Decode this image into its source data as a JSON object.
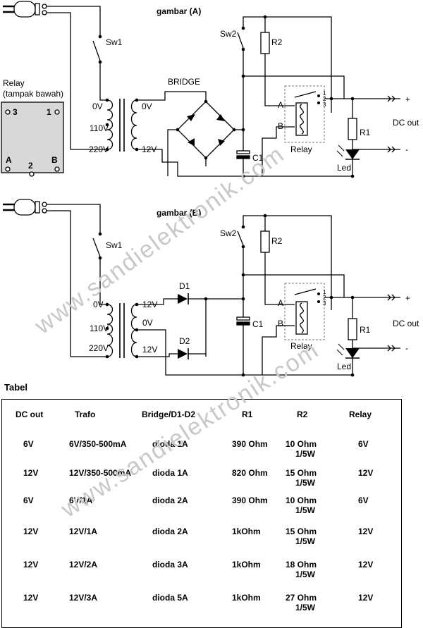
{
  "figure_a": {
    "title": "gambar (A)",
    "sw1": "Sw1",
    "sw2": "Sw2",
    "r2": "R2",
    "bridge": "BRIDGE",
    "tap_0v_left": "0V",
    "tap_0v_right": "0V",
    "tap_110v": "110V",
    "tap_220v": "220V",
    "tap_12v": "12V",
    "c1": "C1",
    "pin_a": "A",
    "pin_b": "B",
    "pin_1": "1",
    "pin_2": "2",
    "pin_3": "3",
    "relay": "Relay",
    "r1": "R1",
    "led": "Led",
    "plus": "+",
    "minus": "-",
    "dc_out": "DC out"
  },
  "figure_b": {
    "title": "gambar (B)",
    "sw1": "Sw1",
    "sw2": "Sw2",
    "r2": "R2",
    "d1": "D1",
    "d2": "D2",
    "tap_0v": "0V",
    "tap_110v": "110V",
    "tap_220v": "220V",
    "sec_top": "12V",
    "sec_mid": "0V",
    "sec_bot": "12V",
    "c1": "C1",
    "pin_a": "A",
    "pin_b": "B",
    "pin_1": "1",
    "pin_2": "2",
    "pin_3": "3",
    "relay": "Relay",
    "r1": "R1",
    "led": "Led",
    "plus": "+",
    "minus": "-",
    "dc_out": "DC out"
  },
  "relay_pinout": {
    "title_line1": "Relay",
    "title_line2": "(tampak bawah)",
    "pin_3": "3",
    "pin_1": "1",
    "pin_a": "A",
    "pin_2": "2",
    "pin_b": "B"
  },
  "watermark": "www.sandielektronik.com",
  "table": {
    "title": "Tabel",
    "headers": [
      "DC out",
      "Trafo",
      "Bridge/D1-D2",
      "R1",
      "R2",
      "Relay"
    ],
    "rows": [
      {
        "dc_out": "6V",
        "trafo": "6V/350-500mA",
        "bridge": "dioda 1A",
        "r1": "390 Ohm",
        "r2_l1": "10 Ohm",
        "r2_l2": "1/5W",
        "relay": "6V"
      },
      {
        "dc_out": "12V",
        "trafo": "12V/350-500mA",
        "bridge": "dioda 1A",
        "r1": "820 Ohm",
        "r2_l1": "15 Ohm",
        "r2_l2": "1/5W",
        "relay": "12V"
      },
      {
        "dc_out": "6V",
        "trafo": "6V/1A",
        "bridge": "dioda 2A",
        "r1": "390 Ohm",
        "r2_l1": "10 Ohm",
        "r2_l2": "1/5W",
        "relay": "6V"
      },
      {
        "dc_out": "12V",
        "trafo": "12V/1A",
        "bridge": "dioda 2A",
        "r1": "1kOhm",
        "r2_l1": "15 Ohm",
        "r2_l2": "1/5W",
        "relay": "12V"
      },
      {
        "dc_out": "12V",
        "trafo": "12V/2A",
        "bridge": "dioda 3A",
        "r1": "1kOhm",
        "r2_l1": "18 Ohm",
        "r2_l2": "1/5W",
        "relay": "12V"
      },
      {
        "dc_out": "12V",
        "trafo": "12V/3A",
        "bridge": "dioda 5A",
        "r1": "1kOhm",
        "r2_l1": "27 Ohm",
        "r2_l2": "1/5W",
        "relay": "12V"
      }
    ]
  }
}
